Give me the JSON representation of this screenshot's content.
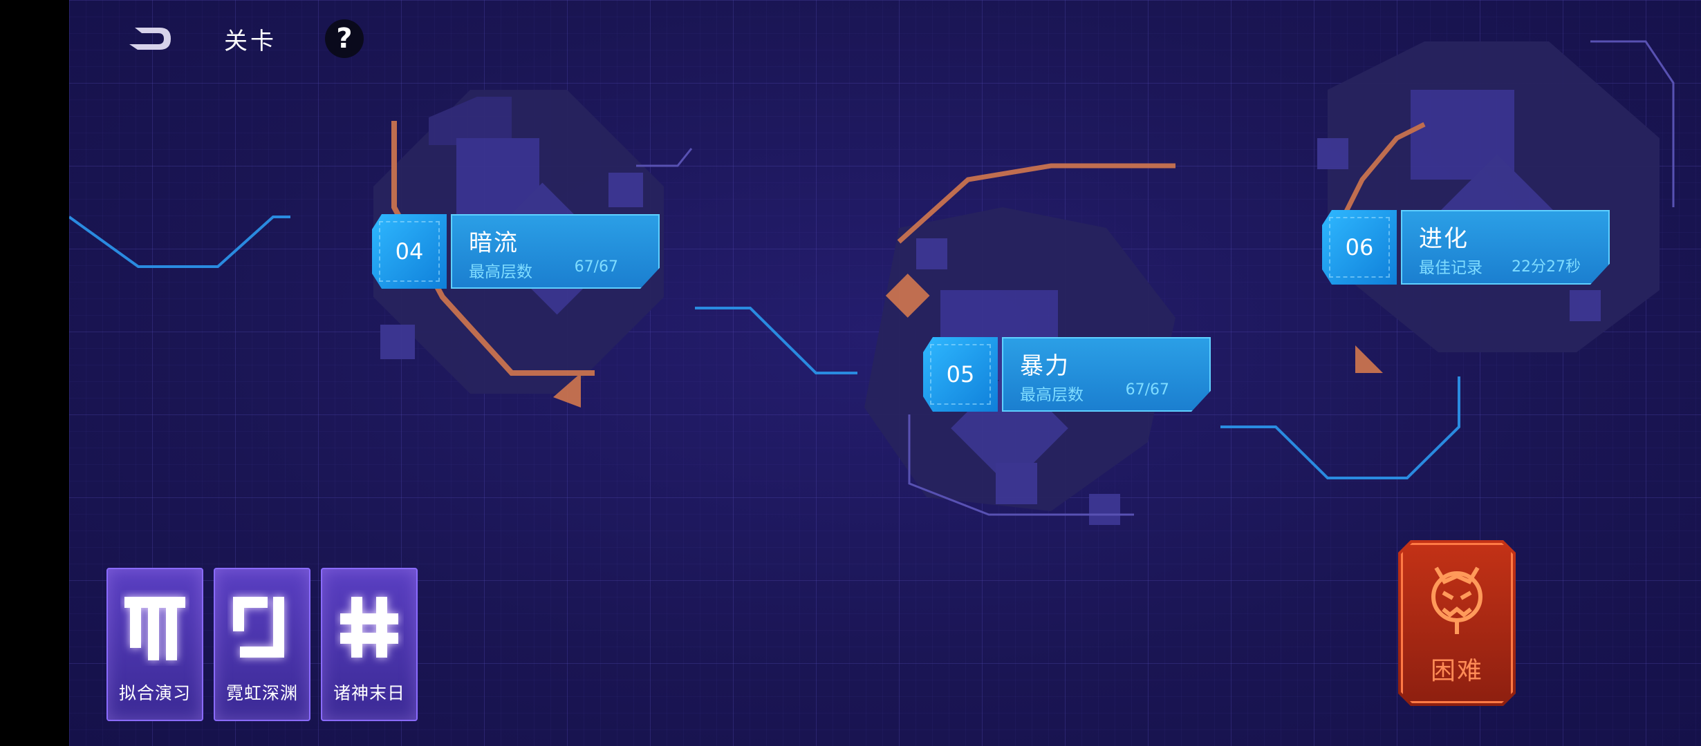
{
  "header": {
    "back_icon": "back-arrow-icon",
    "title": "关卡",
    "help_icon": "question-icon",
    "help_label": "?"
  },
  "levels": [
    {
      "number": "04",
      "name": "暗流",
      "stat_label": "最高层数",
      "stat_value": "67/67"
    },
    {
      "number": "05",
      "name": "暴力",
      "stat_label": "最高层数",
      "stat_value": "67/67"
    },
    {
      "number": "06",
      "name": "进化",
      "stat_label": "最佳记录",
      "stat_value": "22分27秒"
    }
  ],
  "modes": [
    {
      "label": "拟合演习",
      "icon": "fit-glyph-icon"
    },
    {
      "label": "霓虹深渊",
      "icon": "neon-glyph-icon"
    },
    {
      "label": "诸神末日",
      "icon": "hash-glyph-icon"
    }
  ],
  "difficulty": {
    "label": "困难",
    "icon": "demon-face-icon"
  },
  "colors": {
    "background": "#1b1656",
    "card_blue": "#2b9fe6",
    "path_line": "#2a8be0",
    "mode_purple": "#5a3fc2",
    "difficulty_red": "#c43216",
    "accent_orange": "#ff7a45"
  }
}
